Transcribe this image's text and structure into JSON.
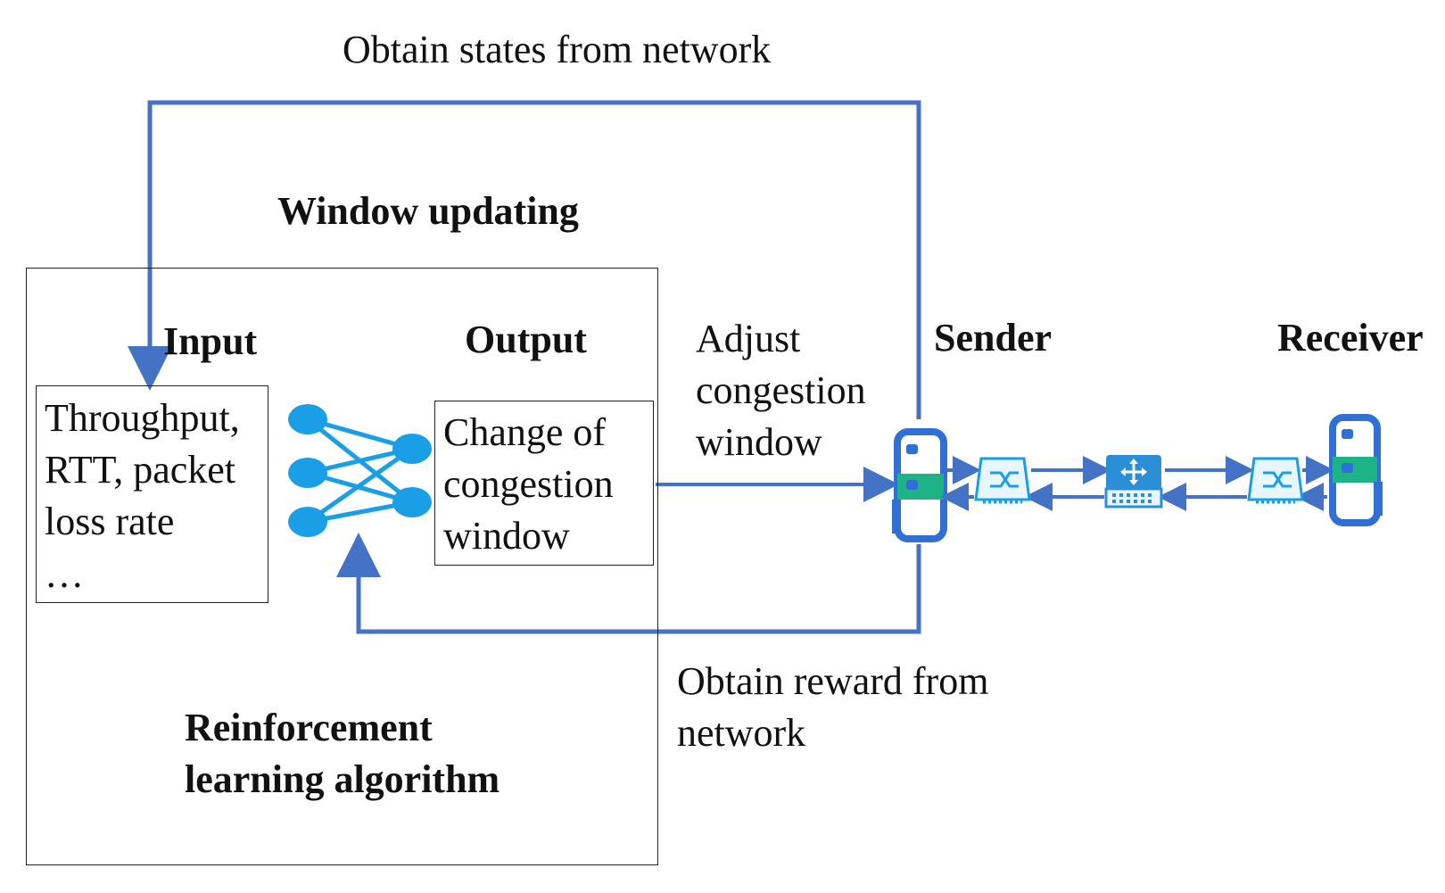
{
  "labels": {
    "obtain_states": "Obtain states from network",
    "window_updating": "Window updating",
    "input": "Input",
    "output": "Output",
    "input_lines": [
      "Throughput,",
      "RTT, packet",
      "loss rate",
      "…"
    ],
    "output_lines": [
      "Change of",
      "congestion",
      "window"
    ],
    "adjust_lines": [
      "Adjust",
      "congestion",
      "window"
    ],
    "sender": "Sender",
    "receiver": "Receiver",
    "obtain_reward_lines": [
      "Obtain reward from",
      "network"
    ],
    "rl_lines": [
      "Reinforcement",
      "learning algorithm"
    ]
  },
  "icons": {
    "sender": "server-icon",
    "switch_left": "switch-icon",
    "router": "router-icon",
    "switch_right": "switch-icon",
    "receiver": "server-icon",
    "neural_network": "neural-network-icon"
  },
  "colors": {
    "arrow": "#4472c4",
    "node": "#1a9ee6",
    "server_blue": "#2f6fd6",
    "server_green": "#1db386",
    "device_fill": "#e8f6ff",
    "device_stroke": "#1a9ee6"
  }
}
